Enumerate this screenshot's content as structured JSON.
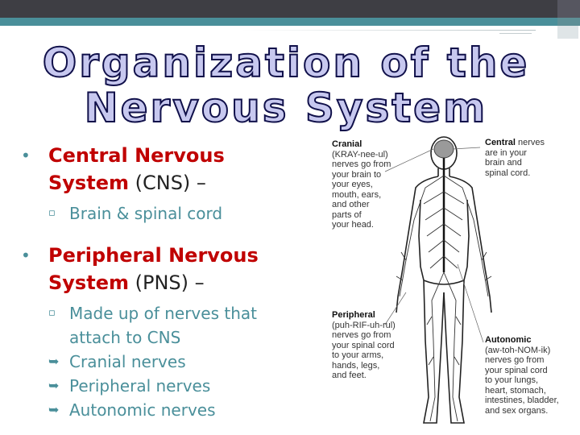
{
  "title": {
    "line1": "Organization of the",
    "line2": "Nervous System"
  },
  "bullets": {
    "cns": {
      "bold": "Central Nervous",
      "line2_bold": "System",
      "line2_rest": " (CNS) –",
      "sub": "Brain & spinal cord"
    },
    "pns": {
      "bold": "Peripheral Nervous",
      "line2_bold": "System",
      "line2_rest": " (PNS) –",
      "sub_line1": "Made up of nerves that",
      "sub_line2": "attach to CNS",
      "items": [
        "Cranial nerves",
        "Peripheral nerves",
        "Autonomic nerves"
      ]
    }
  },
  "figure": {
    "cranial": {
      "term": "Cranial",
      "lines": [
        "(KRAY-nee-ul)",
        "nerves go from",
        "your brain to",
        "your eyes,",
        "mouth, ears,",
        "and other",
        "parts of",
        "your head."
      ]
    },
    "central": {
      "term": "Central",
      "term_rest": " nerves",
      "lines": [
        "are in your",
        "brain and",
        "spinal cord."
      ]
    },
    "peripheral": {
      "term": "Peripheral",
      "lines": [
        "(puh-RIF-uh-rul)",
        "nerves go from",
        "your spinal cord",
        "to your arms,",
        "hands, legs,",
        "and feet."
      ]
    },
    "autonomic": {
      "term": "Autonomic",
      "lines": [
        "(aw-toh-NOM-ik)",
        "nerves go from",
        "your spinal cord",
        "to your lungs,",
        "heart, stomach,",
        "intestines, bladder,",
        "and sex organs."
      ]
    }
  },
  "colors": {
    "accent_teal": "#4a8f9a",
    "heading_red": "#c00000",
    "title_fill": "#c7c8ef",
    "title_outline": "#10104a"
  },
  "icons": {
    "level1": "bullet-dot",
    "level2": "square-bullet",
    "level3": "arrow-bullet"
  }
}
